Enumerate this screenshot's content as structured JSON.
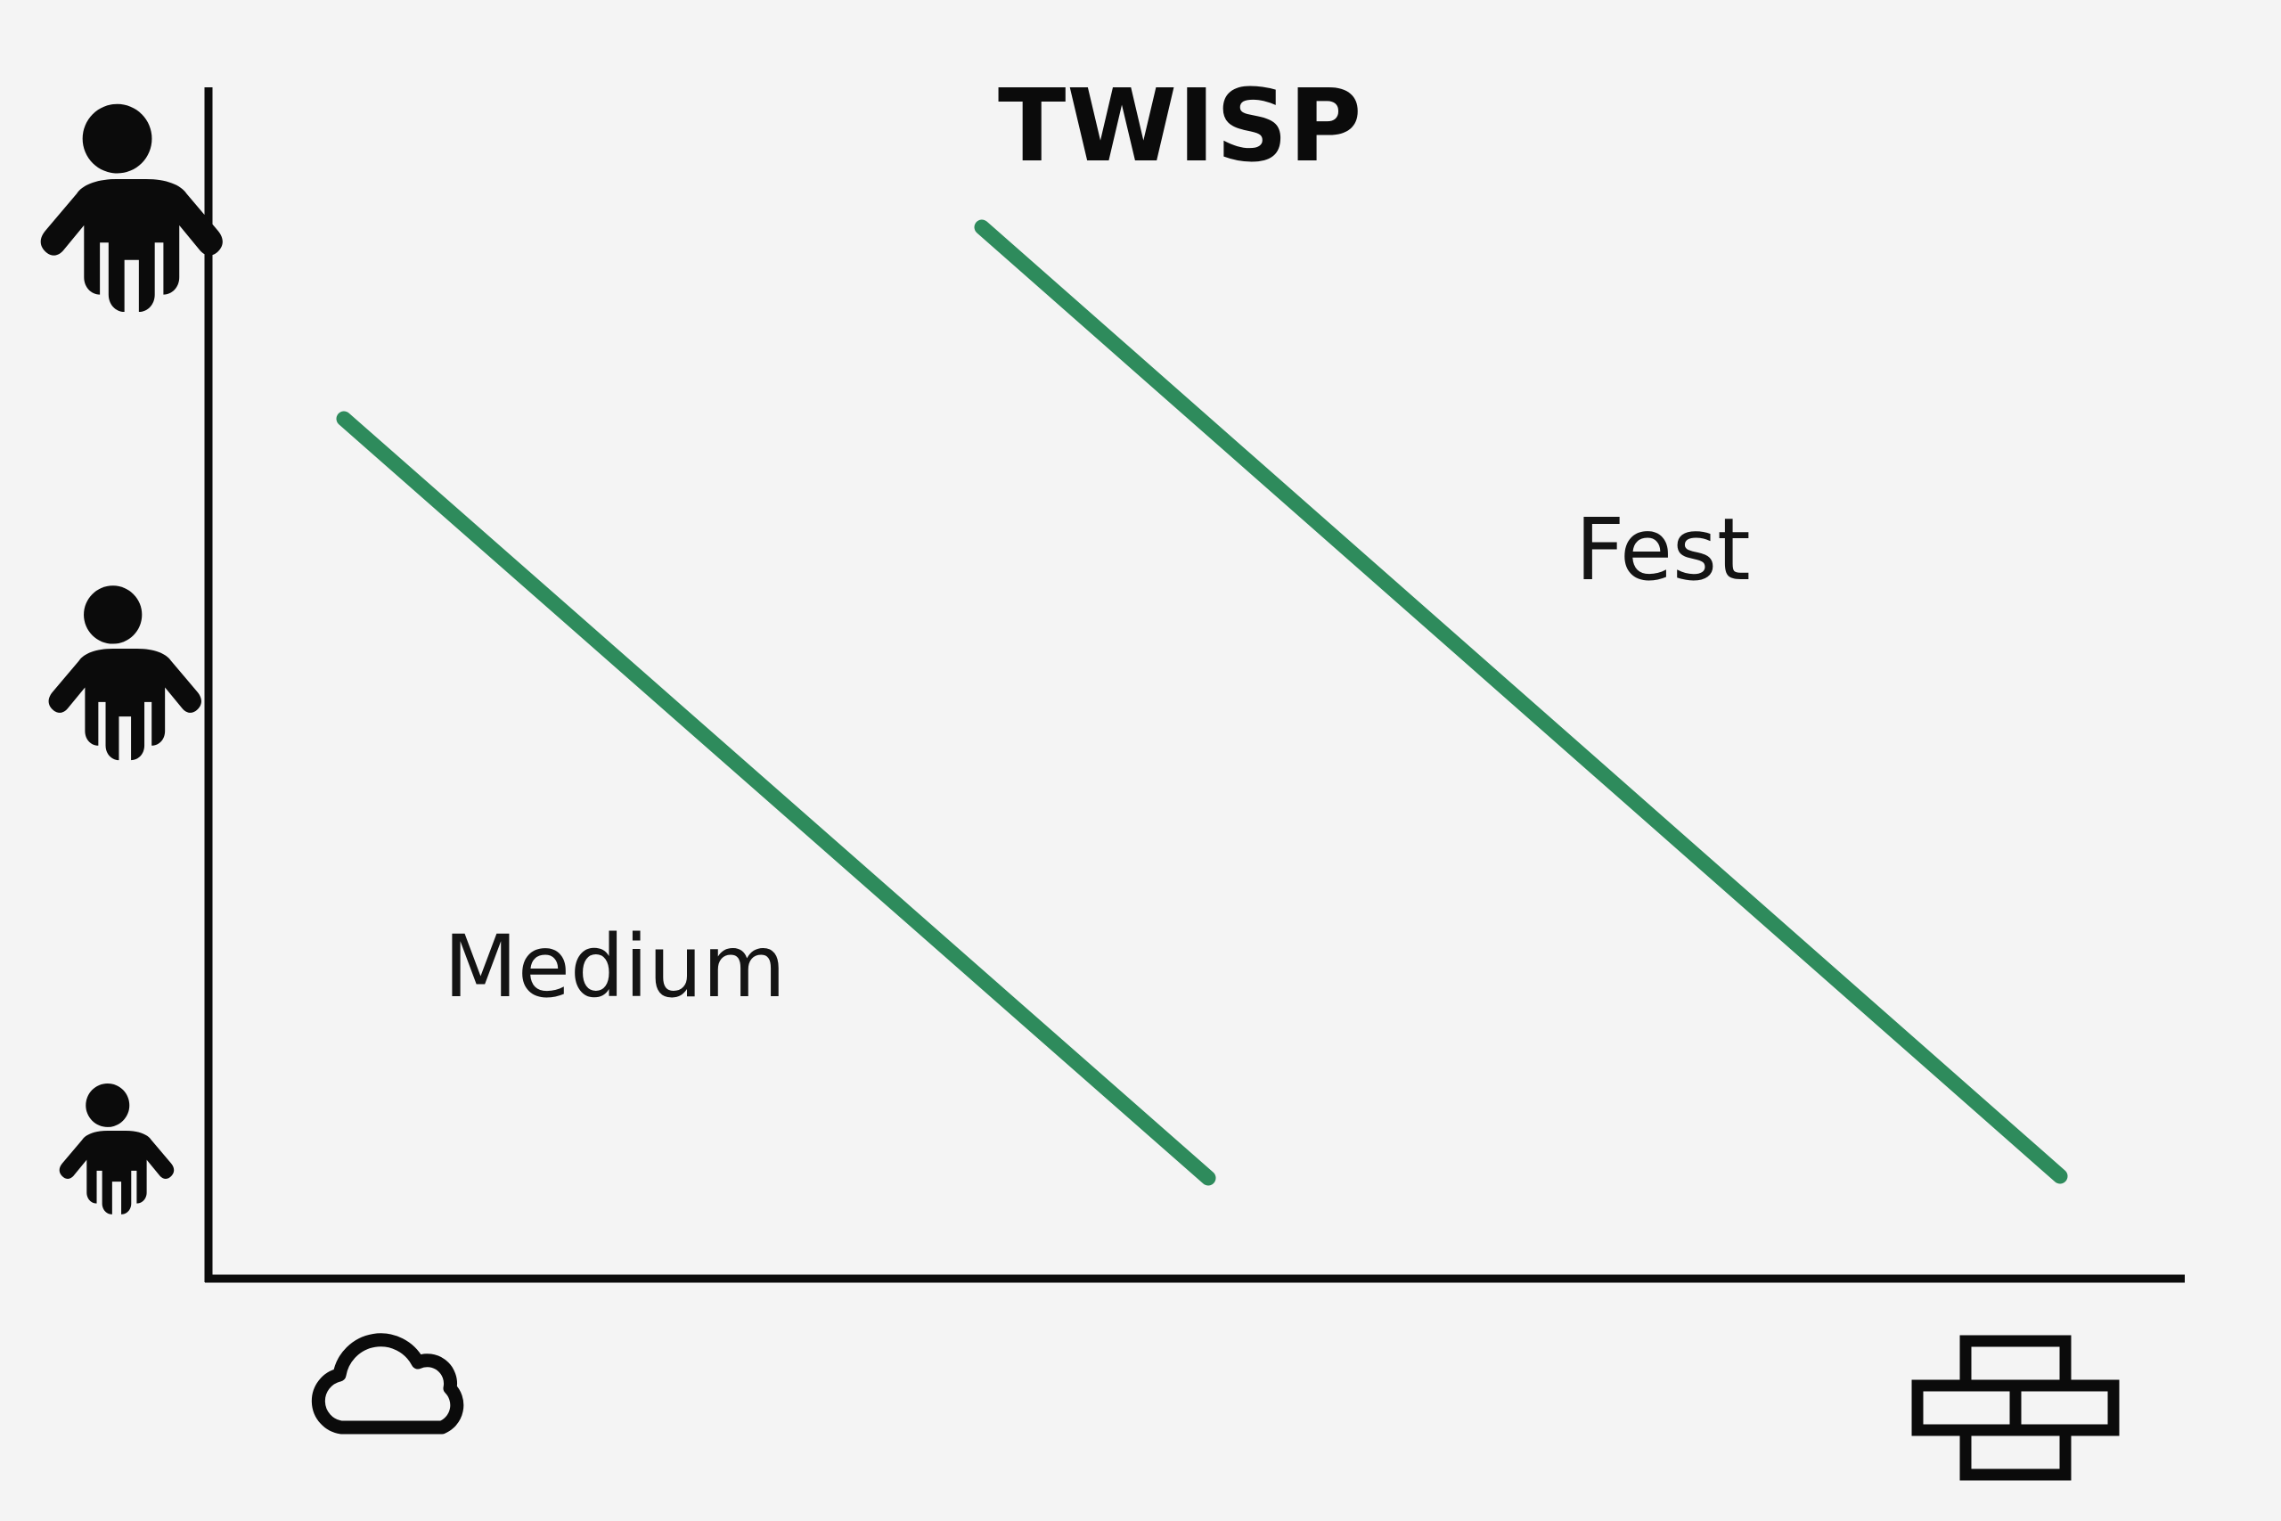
{
  "page": {
    "title": "TWISP",
    "background_color": "#f4f4f4",
    "ink_color": "#0b0b0b"
  },
  "chart_data": {
    "type": "line",
    "title": "TWISP",
    "xlabel": "",
    "ylabel": "",
    "grid": false,
    "legend_position": "inline-labels",
    "accent_color": "#2e8b5c",
    "axis_color": "#0b0b0b",
    "background_color": "#f4f4f4",
    "xlim": [
      0,
      100
    ],
    "ylim": [
      0,
      100
    ],
    "x_axis": {
      "label": "",
      "tick_labels": [
        "",
        ""
      ],
      "tick_icons": [
        "cloud-icon",
        "brick-wall-icon"
      ],
      "tick_positions": [
        4,
        94
      ]
    },
    "y_axis": {
      "label": "",
      "tick_labels": [
        "",
        "",
        ""
      ],
      "tick_icons": [
        "person-large-icon",
        "person-medium-icon",
        "person-small-icon"
      ],
      "tick_positions": [
        88,
        53,
        15
      ]
    },
    "series": [
      {
        "name": "Medium",
        "color": "#2e8b5c",
        "x": [
          7,
          48
        ],
        "y": [
          72,
          14
        ],
        "label_x": 19,
        "label_y": 36
      },
      {
        "name": "Fest",
        "color": "#2e8b5c",
        "x": [
          39,
          93
        ],
        "y": [
          88,
          14
        ],
        "label_x": 69,
        "label_y": 62
      }
    ],
    "annotations": [
      {
        "text": "Medium",
        "series": "Medium"
      },
      {
        "text": "Fest",
        "series": "Fest"
      }
    ]
  },
  "icons": {
    "y_top": "person-large-icon",
    "y_mid": "person-medium-icon",
    "y_bottom": "person-small-icon",
    "x_left": "cloud-icon",
    "x_right": "brick-wall-icon"
  },
  "labels": {
    "series_medium": "Medium",
    "series_fest": "Fest",
    "title": "TWISP"
  }
}
